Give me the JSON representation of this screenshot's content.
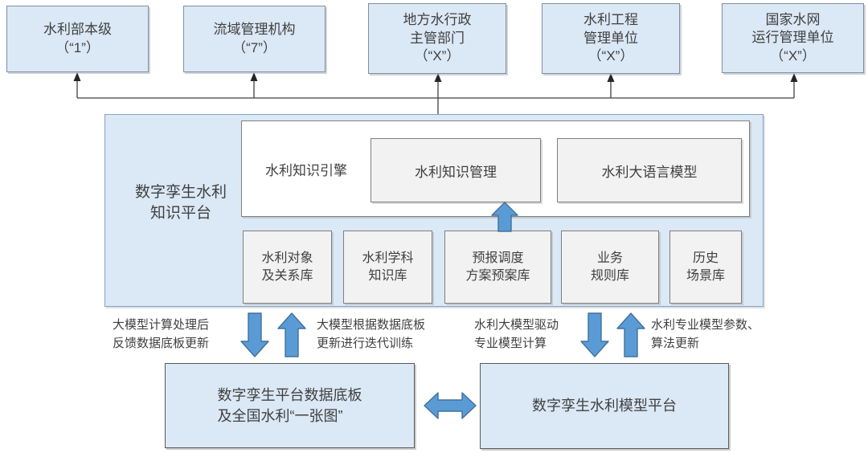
{
  "colors": {
    "box-blue": "#dbe8f5",
    "box-gray": "#f2f2f2",
    "top-border": "#7f8fa0",
    "main-border": "#87a3c0",
    "gray-border": "#7f7f7f",
    "dark-border": "#595959",
    "arrow-blue": "#5b9bd5",
    "arrow-blue-border": "#41719c",
    "line": "#404040",
    "text": "#404040"
  },
  "org_units": [
    {
      "l1": "水利部本级",
      "l2": "（“1”）"
    },
    {
      "l1": "流域管理机构",
      "l2": "（“7”）"
    },
    {
      "l1": "地方水行政",
      "l2": "主管部门",
      "l3": "（“X”）"
    },
    {
      "l1": "水利工程",
      "l2": "管理单位",
      "l3": "（“X”）"
    },
    {
      "l1": "国家水网",
      "l2": "运行管理单位",
      "l3": "（“X”）"
    }
  ],
  "platform": {
    "title_l1": "数字孪生水利",
    "title_l2": "知识平台",
    "engine_label": "水利知识引擎",
    "engine_modules": [
      {
        "label": "水利知识管理"
      },
      {
        "label": "水利大语言模型"
      }
    ],
    "libraries": [
      {
        "l1": "水利对象",
        "l2": "及关系库"
      },
      {
        "l1": "水利学科",
        "l2": "知识库"
      },
      {
        "l1": "预报调度",
        "l2": "方案预案库"
      },
      {
        "l1": "业务",
        "l2": "规则库"
      },
      {
        "l1": "历史",
        "l2": "场景库"
      }
    ]
  },
  "flow_labels": [
    {
      "l1": "大模型计算处理后",
      "l2": "反馈数据底板更新"
    },
    {
      "l1": "大模型根据数据底板",
      "l2": "更新进行迭代训练"
    },
    {
      "l1": "水利大模型驱动",
      "l2": "专业模型计算"
    },
    {
      "l1": "水利专业模型参数、",
      "l2": "算法更新"
    }
  ],
  "bottom_platforms": [
    {
      "l1": "数字孪生平台数据底板",
      "l2": "及全国水利“一张图”"
    },
    {
      "l1": "数字孪生水利模型平台"
    }
  ]
}
